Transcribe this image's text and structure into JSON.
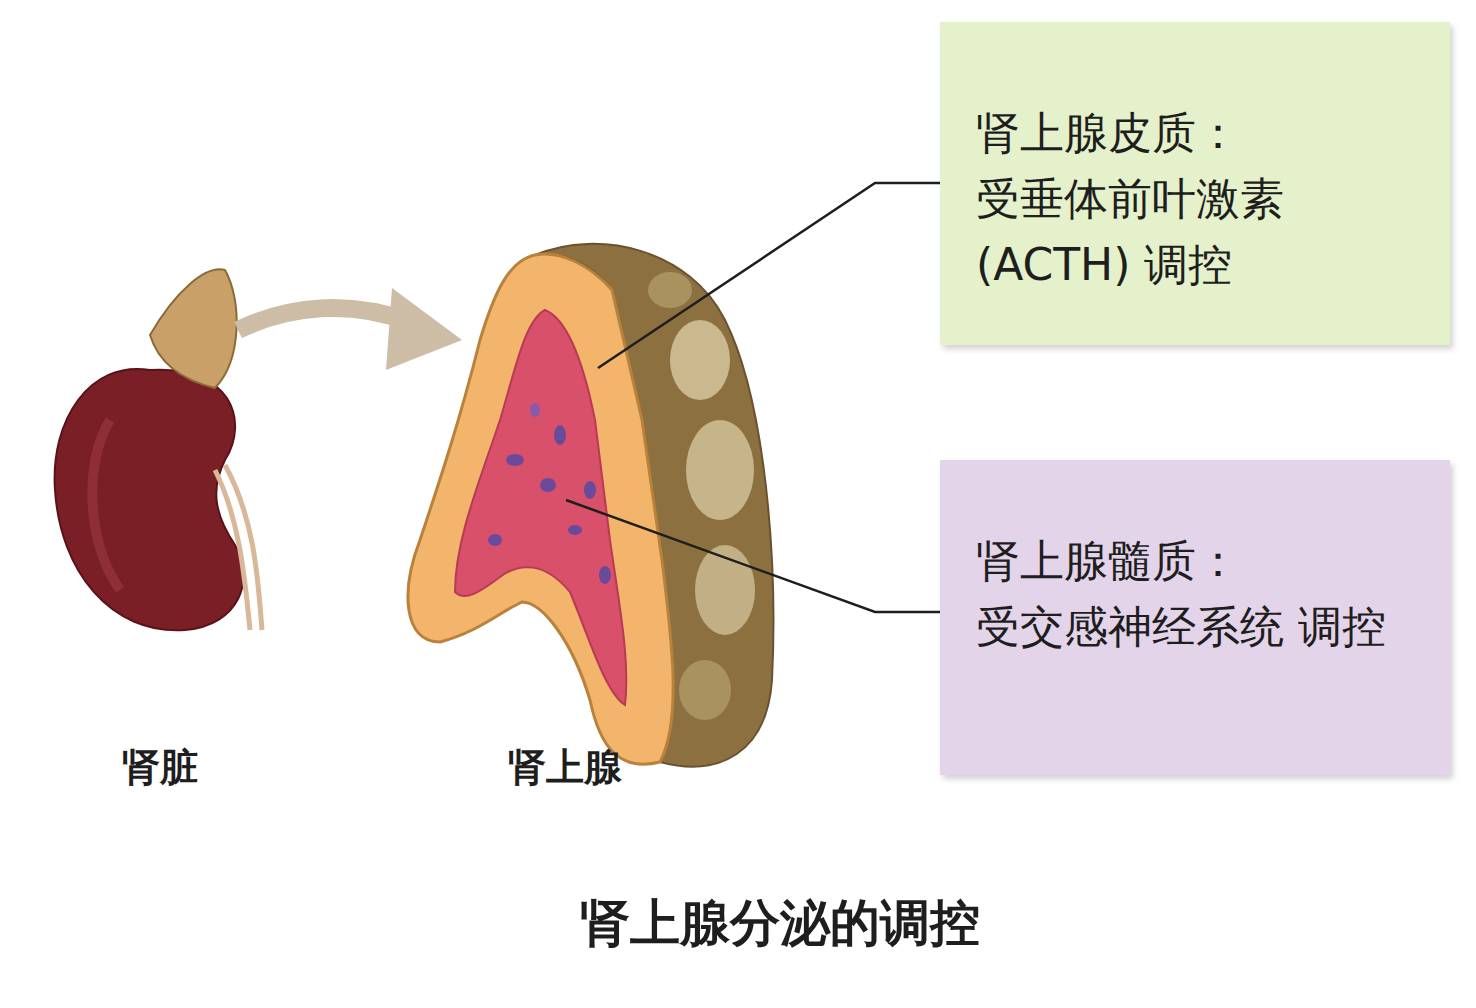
{
  "diagram": {
    "caption": "肾上腺分泌的调控",
    "nodes": [
      {
        "text": [
          "肾上腺皮质：",
          "受垂体前叶激素 (ACTH) 调控"
        ]
      },
      {
        "text": [
          "肾上腺髓质：",
          "受交感神经系统 调控"
        ]
      }
    ],
    "labels": [
      "肾脏",
      "肾上腺"
    ]
  }
}
